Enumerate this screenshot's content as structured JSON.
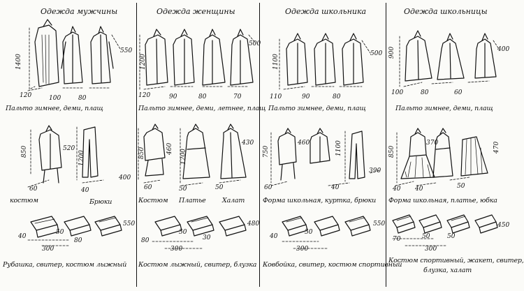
{
  "columns": [
    {
      "title": "Одежда мужчины",
      "row1": {
        "caption": "Пальто зимнее, деми, плащ",
        "dims": [
          "1400",
          "550",
          "120",
          "100",
          "80"
        ]
      },
      "row2": {
        "caption_left": "костюм",
        "caption_right": "Брюки",
        "dims": [
          "850",
          "520",
          "1200",
          "400",
          "60",
          "40"
        ]
      },
      "row3": {
        "caption": "Рубашка, свитер, костюм лыжный",
        "dims": [
          "550",
          "40",
          "50",
          "80",
          "300"
        ]
      }
    },
    {
      "title": "Одежда женщины",
      "row1": {
        "caption": "Пальто зимнее, деми, летнее, плащ",
        "dims": [
          "1200",
          "500",
          "120",
          "90",
          "80",
          "70"
        ]
      },
      "row2": {
        "caption_left": "Костюм",
        "caption_mid": "Платье",
        "caption_right": "Халат",
        "dims": [
          "850",
          "460",
          "1200",
          "430",
          "60",
          "50",
          "50"
        ]
      },
      "row3": {
        "caption": "Костюм лыжный, свитер, блузка",
        "dims": [
          "480",
          "80",
          "50",
          "30",
          "300"
        ]
      }
    },
    {
      "title": "Одежда школьника",
      "row1": {
        "caption": "Пальто зимнее, деми, плащ",
        "dims": [
          "1100",
          "500",
          "110",
          "90",
          "80"
        ]
      },
      "row2": {
        "caption": "Форма школьная, куртка, брюки",
        "dims": [
          "750",
          "460",
          "1100",
          "390",
          "60",
          "40"
        ]
      },
      "row3": {
        "caption": "Ковбойка, свитер, костюм спортивный",
        "dims": [
          "550",
          "40",
          "50",
          "300"
        ]
      }
    },
    {
      "title": "Одежда школьницы",
      "row1": {
        "caption": "Пальто зимнее, деми, плащ",
        "dims": [
          "900",
          "400",
          "100",
          "80",
          "60"
        ]
      },
      "row2": {
        "caption": "Форма школьная, платье, юбка",
        "dims": [
          "850",
          "370",
          "470",
          "50",
          "40",
          "40"
        ]
      },
      "row3": {
        "caption_line1": "Костюм спортивный, жакет, свитер,",
        "caption_line2": "блузка, халат",
        "dims": [
          "450",
          "70",
          "50",
          "50",
          "300"
        ]
      }
    }
  ]
}
